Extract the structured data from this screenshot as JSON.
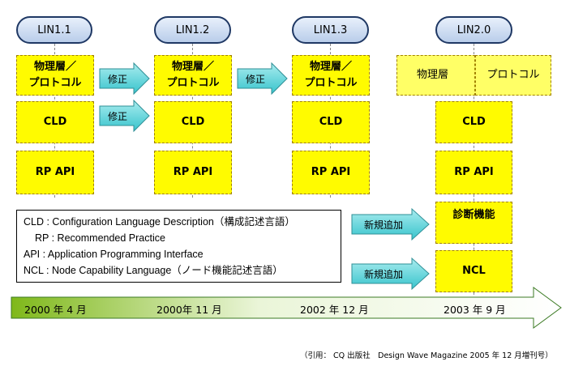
{
  "versions": [
    "LIN1.1",
    "LIN1.2",
    "LIN1.3",
    "LIN2.0"
  ],
  "layers": {
    "physical_protocol": "物理層／\nプロトコル",
    "physical": "物理層",
    "protocol": "プロトコル",
    "cld": "CLD",
    "rpapi": "RP API",
    "diag": "診断機能",
    "ncl": "NCL"
  },
  "arrows": {
    "fix": "修正",
    "new": "新規追加"
  },
  "legend": {
    "line1": "CLD : Configuration Language Description（構成記述言語）",
    "line2": "RP : Recommended Practice",
    "line3": "API : Application Programming Interface",
    "line4": "NCL : Node Capability Language（ノード機能記述言語）"
  },
  "timeline": [
    "2000 年 4 月",
    "2000年 11 月",
    "2002 年 12 月",
    "2003 年 9 月"
  ],
  "citation": "（引用： CQ 出版社　Design Wave Magazine 2005 年 12 月増刊号）",
  "colors": {
    "box": "#fffb00",
    "arrow": "#5fd3d8",
    "pill": "#b9cdea",
    "timeline_start": "#7fb81a"
  }
}
